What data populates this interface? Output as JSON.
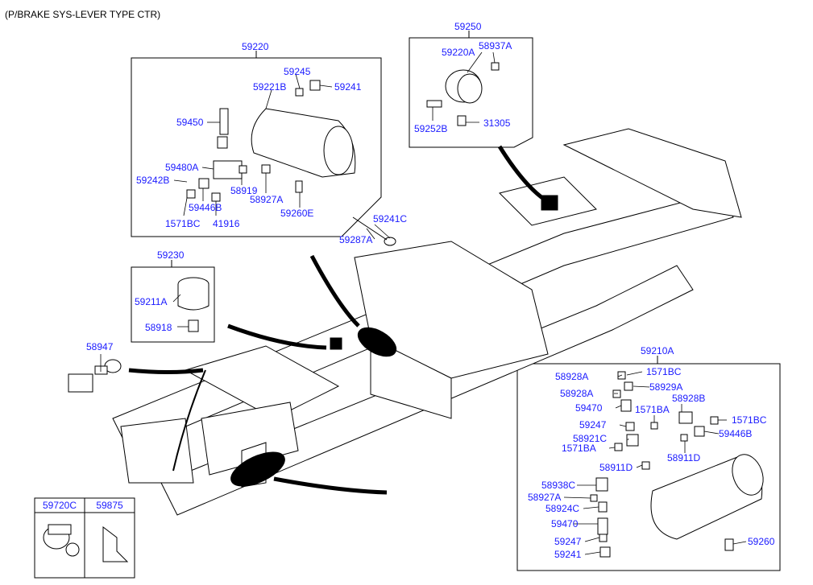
{
  "title": "(P/BRAKE SYS-LEVER TYPE CTR)",
  "labels": {
    "g59220": "59220",
    "p59245": "59245",
    "p59221B": "59221B",
    "p59241_top": "59241",
    "p59450": "59450",
    "p59480A": "59480A",
    "p59242B": "59242B",
    "p58919": "58919",
    "p58927A_top": "58927A",
    "p59446B_top": "59446B",
    "p1571BC_top": "1571BC",
    "p41916": "41916",
    "p59260E": "59260E",
    "g59250": "59250",
    "p59220A": "59220A",
    "p58937A": "58937A",
    "p59252B": "59252B",
    "p31305": "31305",
    "p59241C": "59241C",
    "p59287A": "59287A",
    "g59230": "59230",
    "p59211A": "59211A",
    "p58918": "58918",
    "p58947": "58947",
    "g59210A": "59210A",
    "p58928A_1": "58928A",
    "p1571BC_r1": "1571BC",
    "p58928A_2": "58928A",
    "p58929A": "58929A",
    "p58928B": "58928B",
    "p59470_1": "59470",
    "p1571BA_1": "1571BA",
    "p1571BC_r2": "1571BC",
    "p59247_1": "59247",
    "p59446B_r": "59446B",
    "p58921C": "58921C",
    "p1571BA_2": "1571BA",
    "p58911D_1": "58911D",
    "p58911D_2": "58911D",
    "p58938C": "58938C",
    "p58927A_r": "58927A",
    "p58924C": "58924C",
    "p59470_2": "59470",
    "p59260": "59260",
    "p59247_2": "59247",
    "p59241_r": "59241"
  },
  "table": {
    "col1": "59720C",
    "col2": "59875"
  },
  "colors": {
    "label": "#1a1aff",
    "line": "#000000"
  }
}
